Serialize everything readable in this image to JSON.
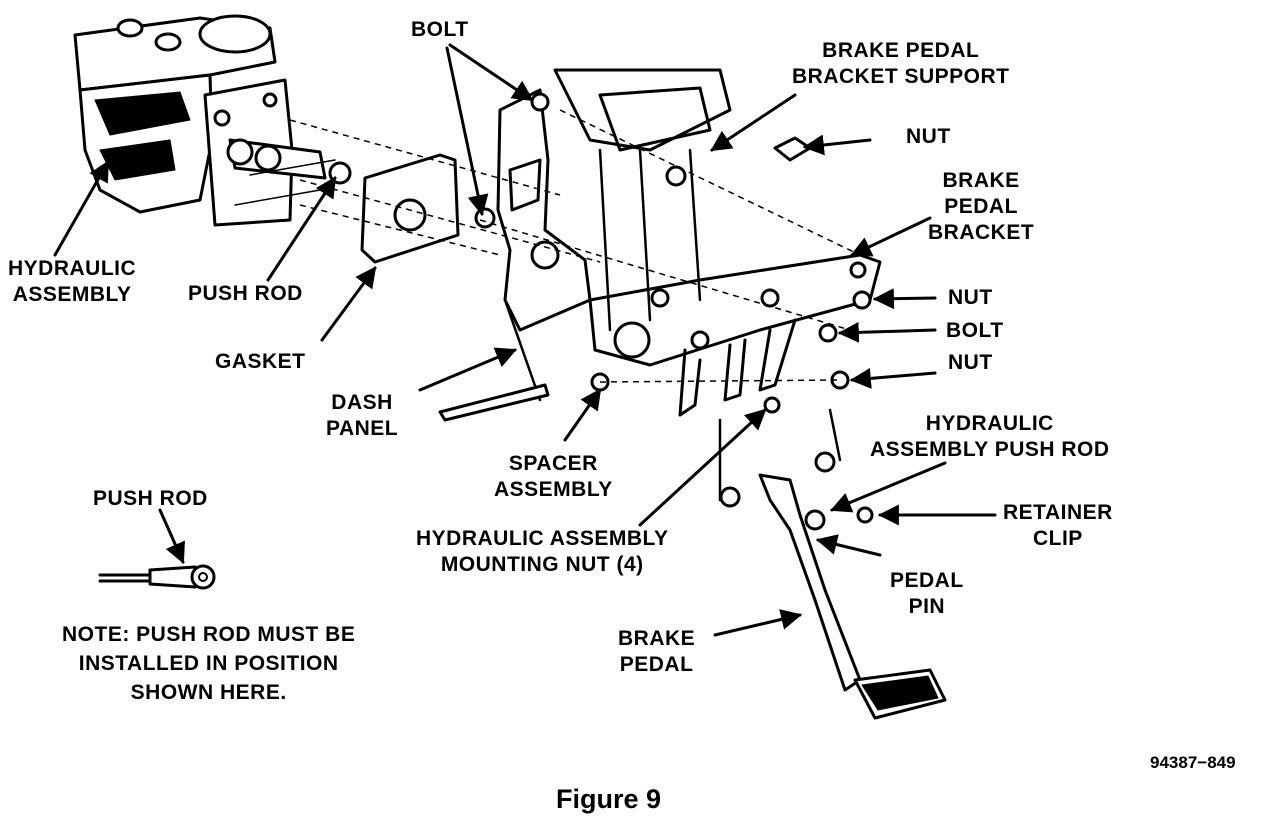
{
  "labels": {
    "bolt_top": "BOLT",
    "brake_pedal_bracket_support": [
      "BRAKE PEDAL",
      "BRACKET SUPPORT"
    ],
    "nut_top": "NUT",
    "brake_pedal_bracket": [
      "BRAKE",
      "PEDAL",
      "BRACKET"
    ],
    "hydraulic_assembly": [
      "HYDRAULIC",
      "ASSEMBLY"
    ],
    "push_rod_main": "PUSH ROD",
    "gasket": "GASKET",
    "nut_mid": "NUT",
    "bolt_mid": "BOLT",
    "nut_lower": "NUT",
    "dash_panel": [
      "DASH",
      "PANEL"
    ],
    "hydraulic_assembly_push_rod": [
      "HYDRAULIC",
      "ASSEMBLY PUSH ROD"
    ],
    "spacer_assembly": [
      "SPACER",
      "ASSEMBLY"
    ],
    "push_rod_detail": "PUSH ROD",
    "hydraulic_assembly_mounting_nut": [
      "HYDRAULIC ASSEMBLY",
      "MOUNTING NUT (4)"
    ],
    "retainer_clip": [
      "RETAINER",
      "CLIP"
    ],
    "pedal_pin": [
      "PEDAL",
      "PIN"
    ],
    "brake_pedal": [
      "BRAKE",
      "PEDAL"
    ],
    "note": [
      "NOTE:  PUSH ROD MUST BE",
      "INSTALLED IN POSITION",
      "SHOWN HERE."
    ]
  },
  "part_code": "94387−849",
  "figure_caption": "Figure 9"
}
